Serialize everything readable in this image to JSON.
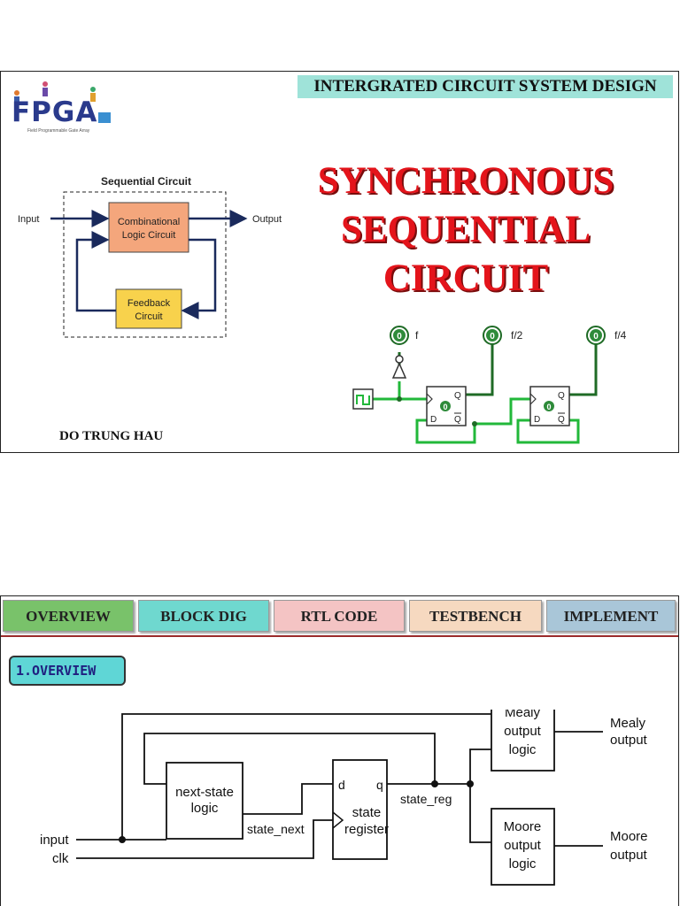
{
  "slide1": {
    "course_title": "INTERGRATED CIRCUIT SYSTEM DESIGN",
    "logo": {
      "text": "FPGA",
      "subtitle": "Field Programmable Gate Array"
    },
    "title_lines": [
      "SYNCHRONOUS",
      "SEQUENTIAL",
      "CIRCUIT"
    ],
    "author": "DO TRUNG HAU",
    "seq_diagram": {
      "title": "Sequential Circuit",
      "input": "Input",
      "output": "Output",
      "comb_line1": "Combinational",
      "comb_line2": "Logic Circuit",
      "fb_line1": "Feedback",
      "fb_line2": "Circuit"
    },
    "ff_diagram": {
      "probe_value": "0",
      "label_f": "f",
      "label_f2": "f/2",
      "label_f4": "f/4",
      "q": "Q",
      "qbar": "Q",
      "d": "D"
    }
  },
  "slide2": {
    "tabs": [
      {
        "label": "OVERVIEW",
        "color": "#79c26a"
      },
      {
        "label": "BLOCK DIG",
        "color": "#6fd8cf"
      },
      {
        "label": "RTL CODE",
        "color": "#f4c4c4"
      },
      {
        "label": "TESTBENCH",
        "color": "#f6d9c0"
      },
      {
        "label": "IMPLEMENT",
        "color": "#a9c6d8"
      }
    ],
    "section_label": "1.OVERVIEW",
    "fsm": {
      "next_state_1": "next-state",
      "next_state_2": "logic",
      "state_reg_1": "state",
      "state_reg_2": "register",
      "d": "d",
      "q": "q",
      "mealy_1": "Mealy",
      "mealy_2": "output",
      "mealy_3": "logic",
      "moore_1": "Moore",
      "moore_2": "output",
      "moore_3": "logic",
      "mealy_out_1": "Mealy",
      "mealy_out_2": "output",
      "moore_out_1": "Moore",
      "moore_out_2": "output",
      "input": "input",
      "clk": "clk",
      "state_next": "state_next",
      "state_reg": "state_reg"
    }
  }
}
